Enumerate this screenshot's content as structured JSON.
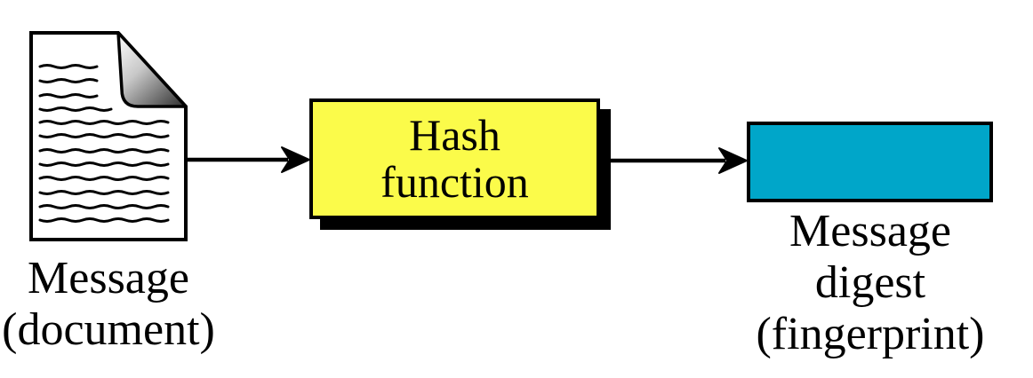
{
  "colors": {
    "background": "#FFFFFF",
    "text": "#000000",
    "hash_box_fill": "#FBFB4A",
    "hash_box_border": "#000000",
    "hash_box_shadow": "#000000",
    "digest_box_fill": "#00A6C9",
    "digest_box_border": "#000000",
    "arrow": "#000000"
  },
  "diagram": {
    "type": "flow",
    "direction": "left-to-right",
    "nodes": [
      {
        "id": "message",
        "label": "Message\n(document)",
        "icon": "document-icon",
        "role": "input"
      },
      {
        "id": "hash-function",
        "label": "Hash\nfunction",
        "role": "process"
      },
      {
        "id": "message-digest",
        "label": "Message digest\n(fingerprint)",
        "role": "output"
      }
    ],
    "edges": [
      {
        "from": "message",
        "to": "hash-function"
      },
      {
        "from": "hash-function",
        "to": "message-digest"
      }
    ]
  }
}
